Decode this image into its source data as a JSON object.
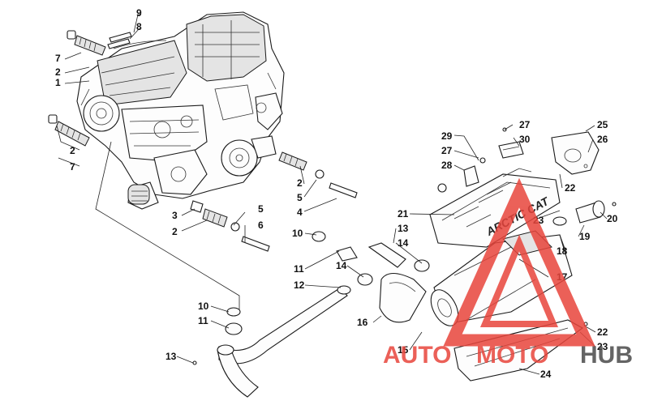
{
  "callouts": {
    "c9": "9",
    "c8": "8",
    "c7a": "7",
    "c2a": "2",
    "c1": "1",
    "c2b": "2",
    "c7b": "7",
    "c2c": "2",
    "c5a": "5",
    "c4": "4",
    "c3": "3",
    "c2d": "2",
    "c5b": "5",
    "c6": "6",
    "c29": "29",
    "c27a": "27",
    "c28": "28",
    "c27b": "27",
    "c30": "30",
    "c25": "25",
    "c26": "26",
    "c22a": "22",
    "c21": "21",
    "c23a": "23",
    "c20": "20",
    "c19": "19",
    "c18": "18",
    "c13a": "13",
    "c14a": "14",
    "c10a": "10",
    "c11a": "11",
    "c12": "12",
    "c14b": "14",
    "c16": "16",
    "c17": "17",
    "c10b": "10",
    "c11b": "11",
    "c13b": "13",
    "c15": "15",
    "c22b": "22",
    "c23b": "23",
    "c24": "24"
  },
  "muffler_logo": "ARCTIC CAT",
  "watermark": {
    "left": "AUTO",
    "middle": "MOTO",
    "right": "HUB"
  },
  "colors": {
    "watermark_red": "#e8453c",
    "watermark_dark": "#4a4a4a",
    "line": "#1a1a1a"
  }
}
